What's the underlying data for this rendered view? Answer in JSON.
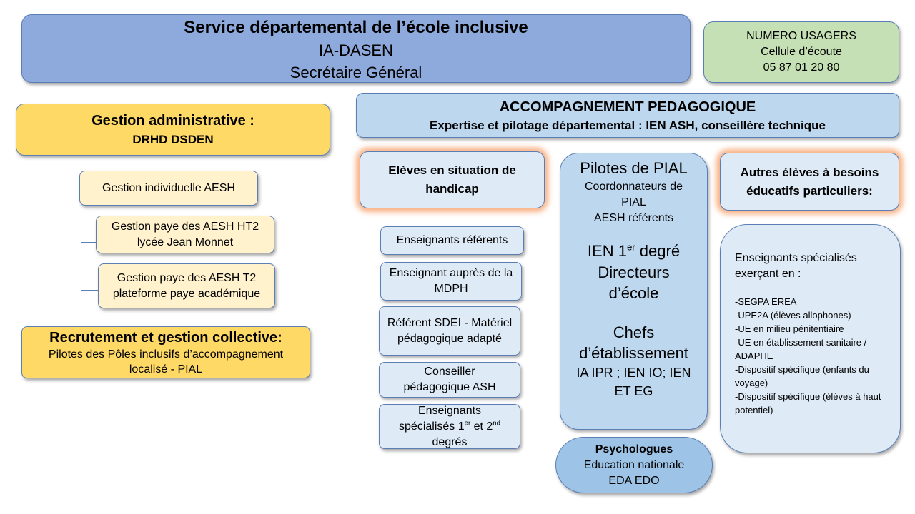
{
  "header": {
    "title": "Service départemental de l’école inclusive",
    "line2": "IA-DASEN",
    "line3": "Secrétaire Général"
  },
  "numero_usagers": {
    "title": "NUMERO USAGERS",
    "line2": "Cellule d’écoute",
    "phone": "05 87 01 20 80"
  },
  "gestion_admin": {
    "title": "Gestion administrative :",
    "subtitle": "DRHD DSDEN"
  },
  "gestion_items": [
    {
      "line1": "Gestion individuelle AESH",
      "line2": ""
    },
    {
      "line1": "Gestion paye des AESH HT2",
      "line2": "lycée Jean Monnet"
    },
    {
      "line1": "Gestion paye des AESH T2",
      "line2": "plateforme paye académique"
    }
  ],
  "recrutement": {
    "title": "Recrutement et gestion collective:",
    "body": "Pilotes des Pôles inclusifs d’accompagnement localisé - PIAL"
  },
  "accompagnement": {
    "title": "ACCOMPAGNEMENT PEDAGOGIQUE",
    "subtitle": "Expertise et pilotage départemental : IEN ASH, conseillère technique"
  },
  "eleves_handicap": {
    "title": "Elèves en situation de handicap",
    "items": [
      "Enseignants référents",
      "Enseignant auprès de la MDPH",
      "Référent SDEI - Matériel pédagogique adapté",
      "Conseiller pédagogique ASH"
    ],
    "last_item": {
      "part1": "Enseignants spécialisés 1",
      "sup1": "er",
      "part2": " et 2",
      "sup2": "nd",
      "part3": " degrés"
    }
  },
  "pilotes_pial": {
    "title": "Pilotes de PIAL",
    "line2": "Coordonnateurs de PIAL",
    "line3": "AESH référents",
    "ien_prefix": "IEN 1",
    "ien_sup": "er",
    "ien_suffix": " degré",
    "directeurs": "Directeurs d’école",
    "chefs": "Chefs d’établissement",
    "ia": "IA IPR ; IEN IO; IEN ET EG"
  },
  "psychologues": {
    "title": "Psychologues",
    "line2": "Education nationale",
    "line3": "EDA EDO"
  },
  "autres_eleves": {
    "title": "Autres élèves à besoins éducatifs particuliers:",
    "intro": "Enseignants spécialisés exerçant en :",
    "items": [
      "-SEGPA EREA",
      "-UPE2A (élèves allophones)",
      "-UE en milieu pénitentiaire",
      "-UE en établissement sanitaire / ADAPHE",
      "-Dispositif spécifique (enfants du voyage)",
      "-Dispositif spécifique (élèves à haut potentiel)"
    ]
  },
  "colors": {
    "header": "#8eaadc",
    "green": "#c5e0b4",
    "yellow": "#ffd966",
    "light_yellow": "#fff2cc",
    "light_blue": "#bdd7ee",
    "pale_blue": "#deebf7",
    "psy_blue": "#9dc3e6",
    "border": "#5b7fb5"
  }
}
